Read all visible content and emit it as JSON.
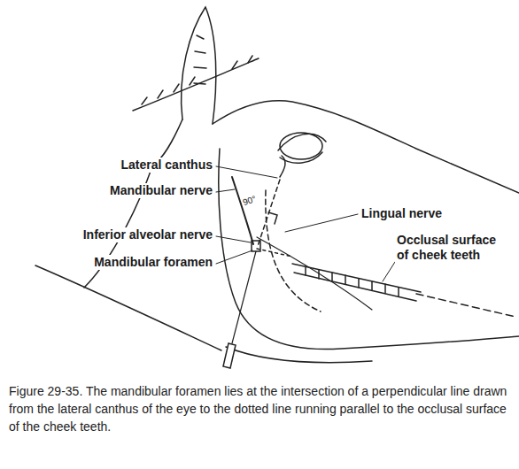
{
  "diagram": {
    "caption": "Figure 29-35. The mandibular foramen lies at the intersection of a perpendicular line drawn from the lateral canthus of the eye to the dotted line running parallel to the occlusal surface of the cheek teeth.",
    "labels": [
      "Lateral canthus",
      "Mandibular nerve",
      "Inferior alveolar nerve",
      "Mandibular foramen",
      "Lingual nerve",
      "Occlusal surface of cheek teeth",
      "90°"
    ]
  }
}
